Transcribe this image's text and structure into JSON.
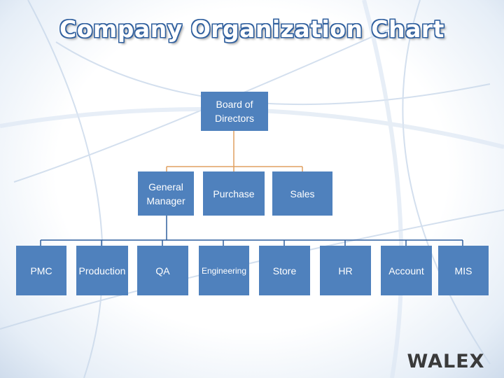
{
  "title": "Company Organization Chart",
  "colors": {
    "box_fill": "#4f81bd",
    "connector_primary": "#e0a060",
    "connector_secondary": "#2f5f9e",
    "title_outline": "#2f5f9e"
  },
  "nodes": {
    "board": "Board of Directors",
    "general_manager": "General Manager",
    "purchase": "Purchase",
    "sales": "Sales",
    "pmc": "PMC",
    "production": "Production",
    "qa": "QA",
    "engineering": "Engineering",
    "store": "Store",
    "hr": "HR",
    "account": "Account",
    "mis": "MIS"
  },
  "edges": [
    [
      "board",
      "general_manager"
    ],
    [
      "board",
      "purchase"
    ],
    [
      "board",
      "sales"
    ],
    [
      "general_manager",
      "pmc"
    ],
    [
      "general_manager",
      "production"
    ],
    [
      "general_manager",
      "qa"
    ],
    [
      "general_manager",
      "engineering"
    ],
    [
      "general_manager",
      "store"
    ],
    [
      "general_manager",
      "hr"
    ],
    [
      "general_manager",
      "account"
    ],
    [
      "general_manager",
      "mis"
    ]
  ],
  "logo": {
    "text": "WALEX"
  }
}
